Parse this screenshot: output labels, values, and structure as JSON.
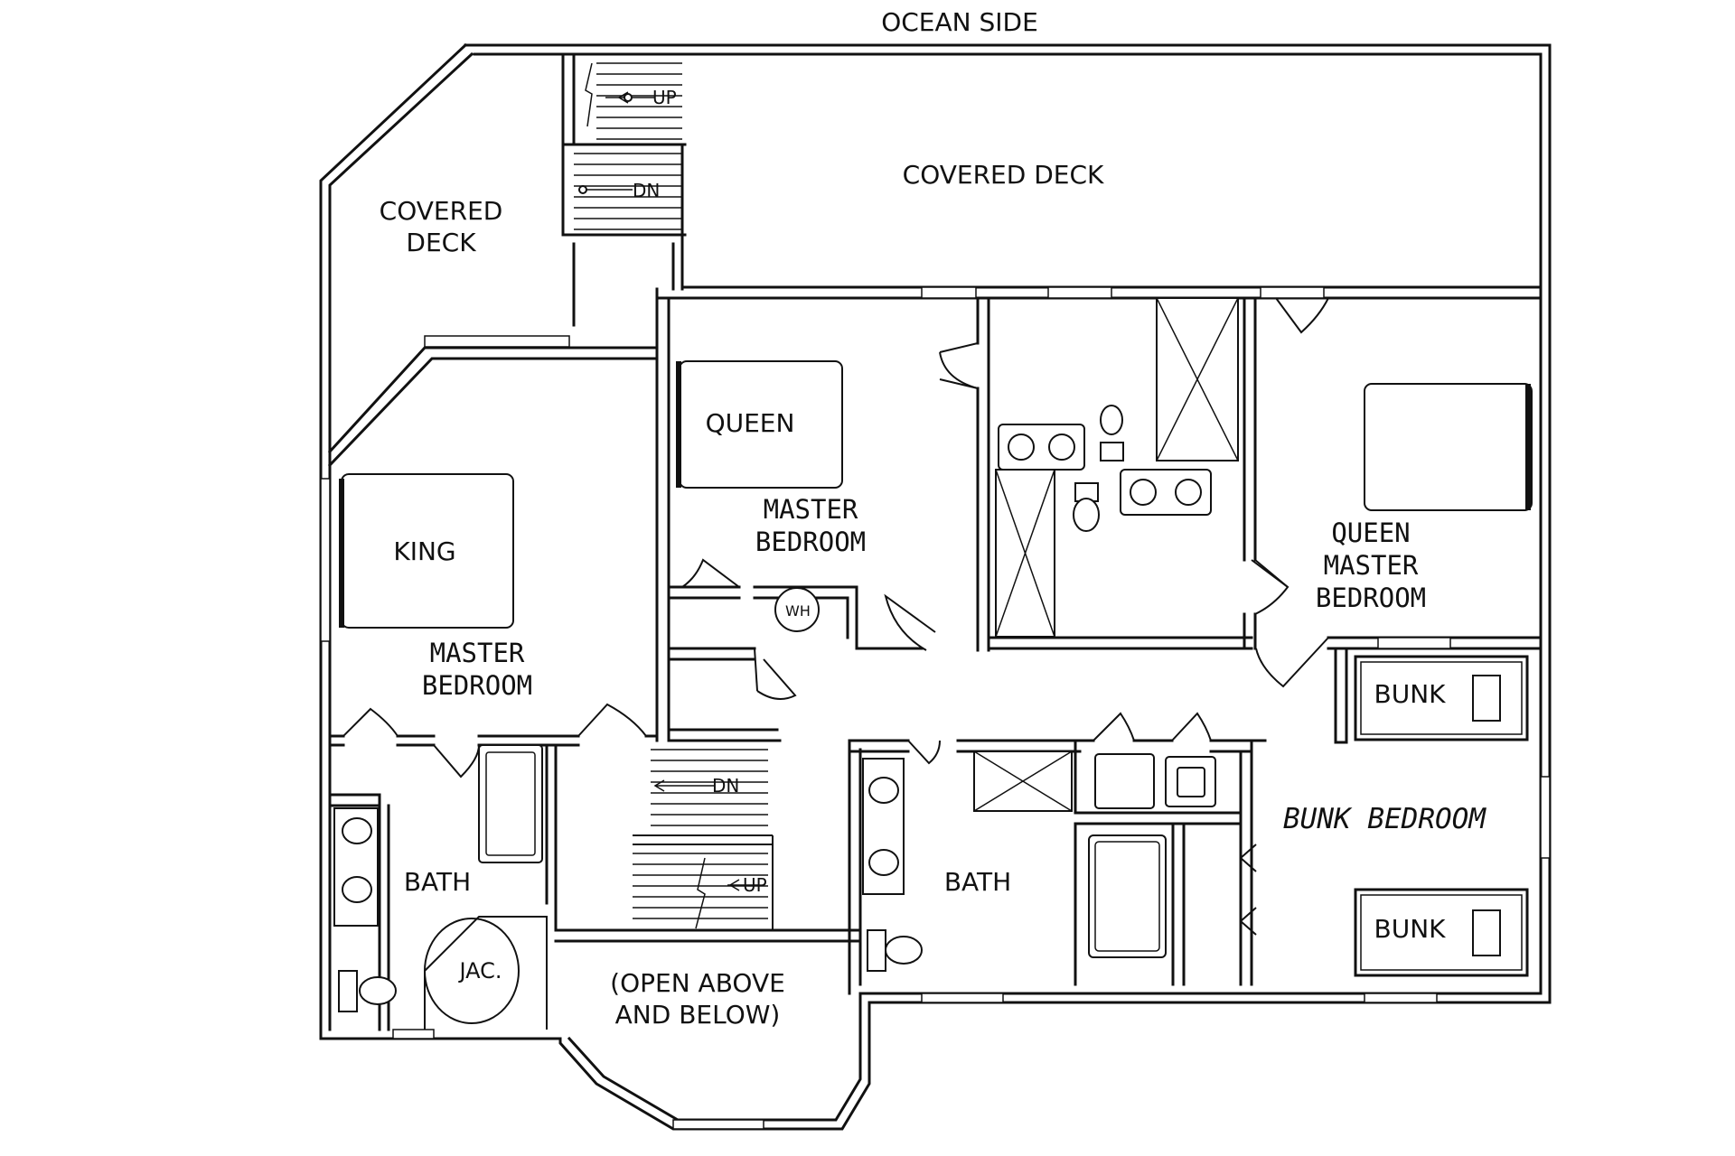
{
  "plan": {
    "top_label": "OCEAN SIDE",
    "rooms": {
      "covered_deck_left_1": "COVERED",
      "covered_deck_left_2": "DECK",
      "covered_deck_main": "COVERED DECK",
      "master_bedroom_left_1": "MASTER",
      "master_bedroom_left_2": "BEDROOM",
      "master_bedroom_center_1": "MASTER",
      "master_bedroom_center_2": "BEDROOM",
      "queen_master_1": "QUEEN",
      "queen_master_2": "MASTER",
      "queen_master_3": "BEDROOM",
      "bunk_bedroom": "BUNK  BEDROOM",
      "bath_left": "BATH",
      "bath_right": "BATH",
      "open_above_1": "(OPEN ABOVE",
      "open_above_2": "AND BELOW)"
    },
    "beds": {
      "king": "KING",
      "queen": "QUEEN",
      "bunk_top": "BUNK",
      "bunk_bottom": "BUNK"
    },
    "fixtures": {
      "jacuzzi": "JAC.",
      "water_heater": "WH"
    },
    "stairs": {
      "top_up": "UP",
      "top_down": "DN",
      "center_down": "DN",
      "center_up": "UP"
    }
  }
}
